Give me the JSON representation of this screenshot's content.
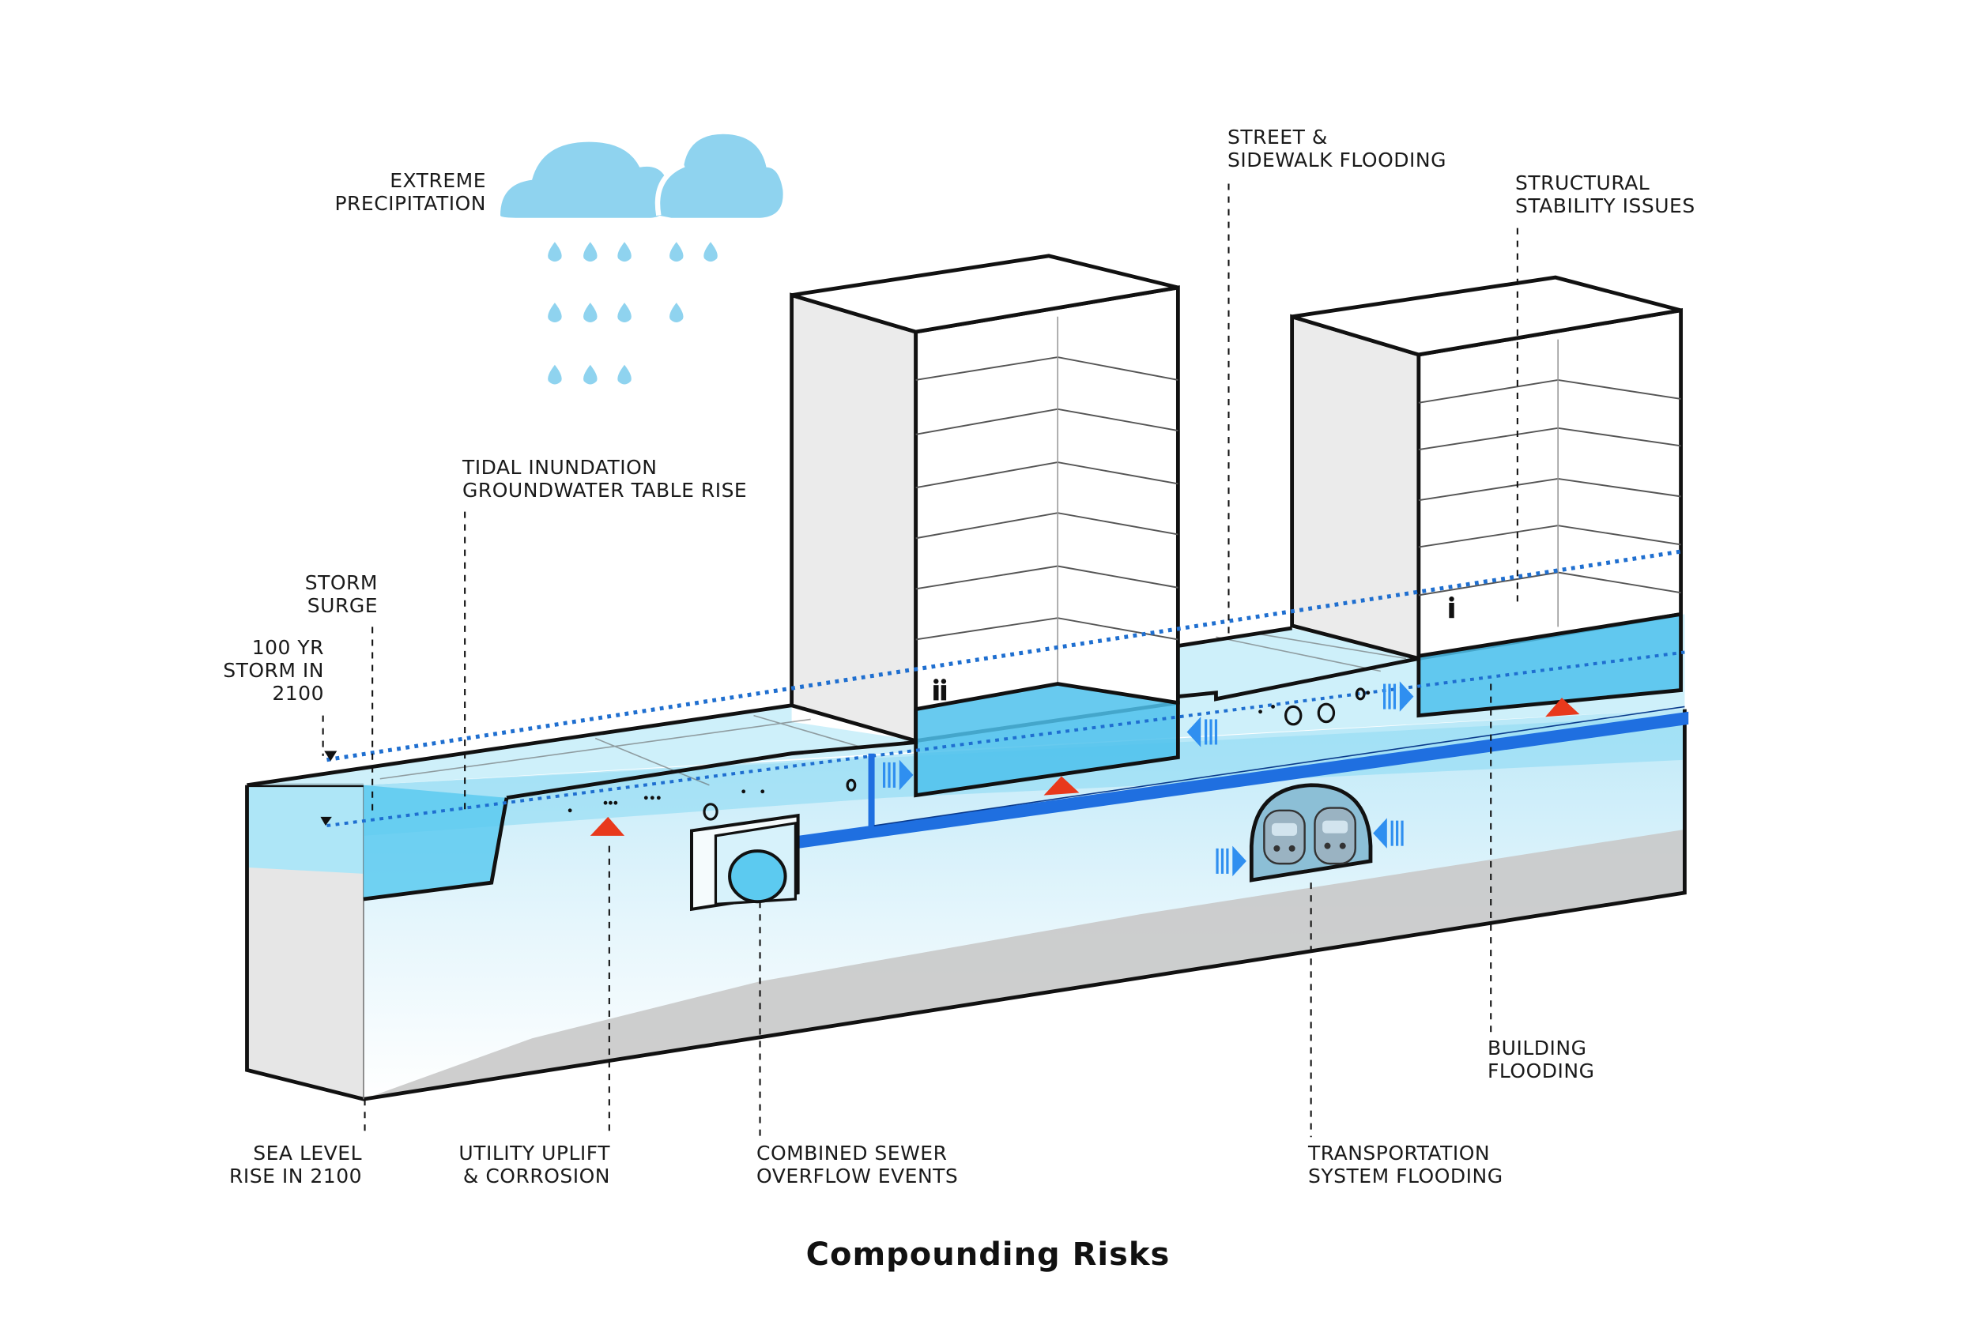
{
  "title": "Compounding Risks",
  "labels": {
    "extreme_precipitation": [
      "EXTREME",
      "PRECIPITATION"
    ],
    "tidal_inundation": [
      "TIDAL INUNDATION",
      "GROUNDWATER TABLE RISE"
    ],
    "storm_surge": [
      "STORM",
      "SURGE"
    ],
    "storm_100yr": [
      "100 YR",
      "STORM IN",
      "2100"
    ],
    "street_flooding": [
      "STREET &",
      "SIDEWALK FLOODING"
    ],
    "structural_stability": [
      "STRUCTURAL",
      "STABILITY ISSUES"
    ],
    "building_flooding": [
      "BUILDING",
      "FLOODING"
    ],
    "sea_level_rise": [
      "SEA LEVEL",
      "RISE IN 2100"
    ],
    "utility_uplift": [
      "UTILITY UPLIFT",
      "& CORROSION"
    ],
    "combined_sewer": [
      "COMBINED SEWER",
      "OVERFLOW EVENTS"
    ],
    "transportation": [
      "TRANSPORTATION",
      "SYSTEM FLOODING"
    ]
  },
  "colors": {
    "outline": "#111111",
    "cloud": "#8fd3ef",
    "water_light": "#c7ecf8",
    "water_mid": "#7fd0ee",
    "water_deep": "#4fc0ea",
    "pipe": "#1f6fe0",
    "arrow_red": "#e8391c",
    "flow_arrow": "#2f8ff0",
    "ground": "#c4c4c4",
    "building_side": "#ececec"
  },
  "icons": [
    "cloud-icon",
    "raindrop-icon",
    "pedestrian-icon",
    "train-icon",
    "uplift-arrow-icon",
    "flow-arrow-icon"
  ]
}
